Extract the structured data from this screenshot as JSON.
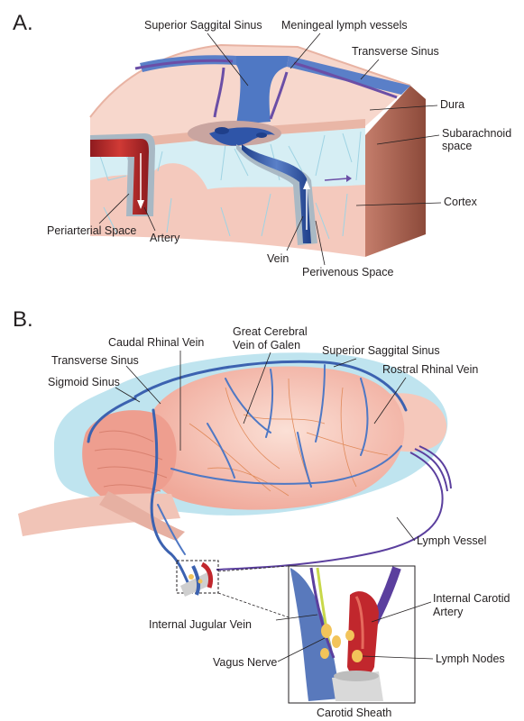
{
  "panel_a": {
    "letter": "A.",
    "labels": {
      "superior_sagittal_sinus": "Superior Saggital Sinus",
      "meningeal_lymph_vessels": "Meningeal lymph vessels",
      "transverse_sinus": "Transverse Sinus",
      "dura": "Dura",
      "subarachnoid_line1": "Subarachnoid",
      "subarachnoid_line2": "space",
      "cortex": "Cortex",
      "periarterial_space": "Periarterial Space",
      "artery": "Artery",
      "vein": "Vein",
      "perivenous_space": "Perivenous Space"
    }
  },
  "panel_b": {
    "letter": "B.",
    "labels": {
      "great_cerebral_line1": "Great Cerebral",
      "great_cerebral_line2": "Vein of Galen",
      "caudal_rhinal_vein": "Caudal Rhinal Vein",
      "superior_sagittal_sinus": "Superior Saggital Sinus",
      "transverse_sinus": "Transverse Sinus",
      "rostral_rhinal_vein": "Rostral Rhinal Vein",
      "sigmoid_sinus": "Sigmoid Sinus",
      "lymph_vessel": "Lymph Vessel",
      "internal_carotid_line1": "Internal Carotid",
      "internal_carotid_line2": "Artery",
      "internal_jugular_vein": "Internal Jugular Vein",
      "vagus_nerve": "Vagus Nerve",
      "lymph_nodes": "Lymph Nodes",
      "carotid_sheath": "Carotid Sheath"
    }
  },
  "colors": {
    "vein_blue": "#3c62b0",
    "lymph_purple": "#5b3f9e",
    "artery_red": "#c1272d",
    "dura_pink": "#f6d3c9",
    "csf_blue": "#cfe9f2",
    "brain_pink": "#f3b9ad",
    "nerve_green": "#c8d84a",
    "node_yellow": "#f2c45a"
  }
}
